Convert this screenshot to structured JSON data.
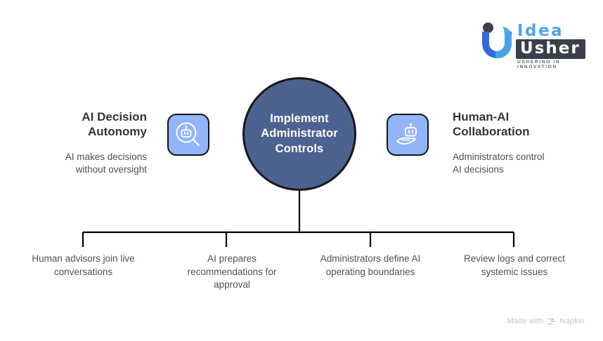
{
  "brand": {
    "mark_icon": "idea-usher-u-logo",
    "name_part1": "Idea",
    "name_part2": "Usher",
    "tagline": "USHERING IN INNOVATION",
    "colors": {
      "blue_dark": "#2f6bdd",
      "blue_light": "#49a7e8",
      "badge_dark": "#3b3f4a"
    }
  },
  "diagram": {
    "center": {
      "label": "Implement\nAdministrator\nControls",
      "fill": "#4c6390",
      "stroke": "#16181d",
      "text_color": "#ffffff"
    },
    "sides": [
      {
        "icon": "robot-magnifier-icon",
        "heading": "AI Decision\nAutonomy",
        "subtitle": "AI makes decisions\nwithout oversight",
        "tile_color": "#92b4f8"
      },
      {
        "icon": "hand-robot-icon",
        "heading": "Human-AI\nCollaboration",
        "subtitle": "Administrators control\nAI decisions",
        "tile_color": "#92b4f8"
      }
    ],
    "leaves": [
      {
        "label": "Human advisors join live\nconversations"
      },
      {
        "label": "AI prepares\nrecommendations for\napproval"
      },
      {
        "label": "Administrators define AI\noperating boundaries"
      },
      {
        "label": "Review logs and correct\nsystemic issues"
      }
    ],
    "connector_color": "#000000"
  },
  "footer": {
    "watermark_text": "Made with",
    "watermark_brand": "Napkin",
    "watermark_icon": "napkin-chevron-icon"
  }
}
